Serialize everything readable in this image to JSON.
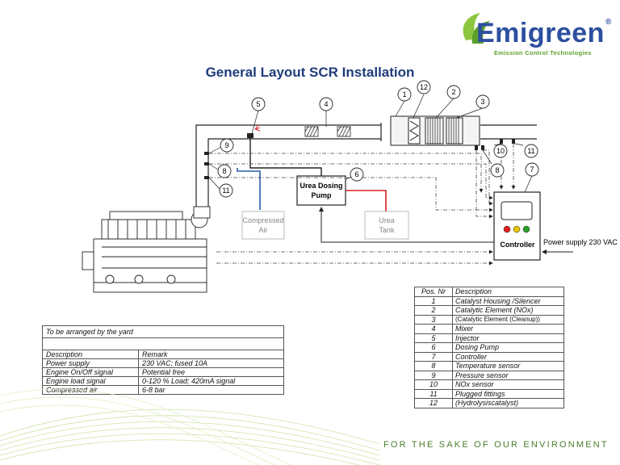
{
  "logo": {
    "word": "Emigreen",
    "reg": "®",
    "tagline": "Emission Control Technologies"
  },
  "title": "General Layout SCR Installation",
  "diagram": {
    "numbers": {
      "n1": "1",
      "n2": "2",
      "n3": "3",
      "n4": "4",
      "n5": "5",
      "n6": "6",
      "n7": "7",
      "n8a": "8",
      "n8b": "8",
      "n9": "9",
      "n10": "10",
      "n11a": "11",
      "n11b": "11",
      "n12": "12"
    },
    "urea_pump_line1": "Urea Dosing",
    "urea_pump_line2": "Pump",
    "compressed_air_line1": "Compressed",
    "compressed_air_line2": "Air",
    "urea_tank_line1": "Urea",
    "urea_tank_line2": "Tank",
    "controller": "Controller",
    "power_supply": "Power supply 230 VAC",
    "controller_lights": [
      "#e02020",
      "#e8c400",
      "#2aa02a"
    ]
  },
  "positions": {
    "header": [
      "Pos. Nr",
      "Description"
    ],
    "rows": [
      [
        "1",
        "Catalyst Housing /Silencer"
      ],
      [
        "2",
        "Catalytic Element (NOx)"
      ],
      [
        "3",
        "(Catalytic Element (Cleanup))"
      ],
      [
        "4",
        "Mixer"
      ],
      [
        "5",
        "Injector"
      ],
      [
        "6",
        "Dosing Pump"
      ],
      [
        "7",
        "Controller"
      ],
      [
        "8",
        "Temperature sensor"
      ],
      [
        "9",
        "Pressure sensor"
      ],
      [
        "10",
        "NOx sensor"
      ],
      [
        "11",
        "Plugged fittings"
      ],
      [
        "12",
        "(Hydrolysiscatalyst)"
      ]
    ]
  },
  "yard": {
    "title": "To be arranged by the yard",
    "header": [
      "Description",
      "Remark"
    ],
    "rows": [
      [
        "Power supply",
        "230 VAC; fused 10A"
      ],
      [
        "Engine On/Off signal",
        "Potential free"
      ],
      [
        "Engine load signal",
        "0-120 % Load; 420mA signal"
      ],
      [
        "Compressed air",
        "6-8 bar"
      ]
    ]
  },
  "footer": "FOR THE SAKE OF OUR ENVIRONMENT",
  "colors": {
    "title": "#1f3c7a",
    "logo_blue": "#2d4fa0",
    "logo_green": "#5ba02c",
    "air_line": "#2a5fa8",
    "urea_line": "#d42020"
  }
}
